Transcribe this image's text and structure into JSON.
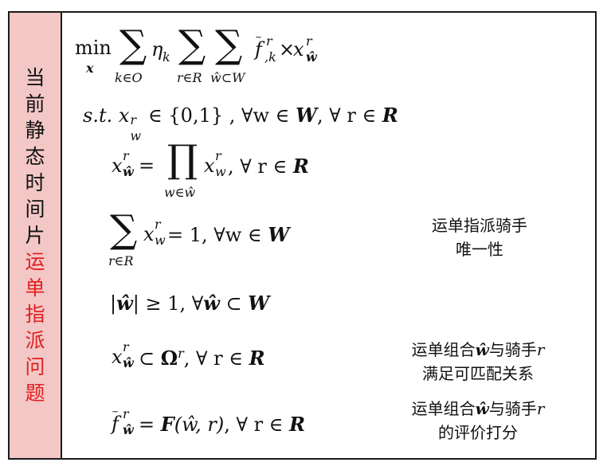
{
  "sidebar": {
    "chars_black": [
      "当",
      "前",
      "静",
      "态",
      "时",
      "间",
      "片"
    ],
    "chars_red": [
      "运",
      "单",
      "指",
      "派",
      "问",
      "题"
    ],
    "colors": {
      "background": "#f4c7c7",
      "text": "#111111",
      "highlight": "#e0201f"
    }
  },
  "formulas": {
    "objective": {
      "min": "min",
      "min_var": "x",
      "sum1_sub": "k∈O",
      "eta": "η",
      "eta_sub": "k",
      "sum2_sub": "r∈R",
      "sum3_sub": "ŵ⊂W",
      "f": "f",
      "f_sup": "r",
      "f_sub": ",k",
      "times": "×",
      "x": "x",
      "x_sup": "r",
      "x_sub": "ŵ"
    },
    "c1": "s.t. x",
    "c1_sup": "r",
    "c1_sub": "w",
    "c1_rest": " ∈ {0,1} , ∀w ∈ ",
    "c1_W": "W",
    "c1_rest2": ", ∀ r ∈ ",
    "c1_R": "R",
    "c2_x": "x",
    "c2_sup": "r",
    "c2_sub": "ŵ",
    "c2_eq": " = ",
    "c2_prod": "∏",
    "c2_prod_sub": "w∈ŵ",
    "c2_x2": "x",
    "c2_sup2": "r",
    "c2_sub2": "w",
    "c2_rest": ", ∀ r ∈ ",
    "c2_R": "R",
    "c3_sum": "∑",
    "c3_sum_sub": "r∈R",
    "c3_x": "x",
    "c3_sup": "r",
    "c3_sub": "w",
    "c3_rest": " = 1, ∀w ∈ ",
    "c3_W": "W",
    "c4_open": "|",
    "c4_w": "ŵ",
    "c4_rest": "| ≥ 1, ∀",
    "c4_w2": "ŵ",
    "c4_rest2": " ⊂ ",
    "c4_W": "W",
    "c5_x": "x",
    "c5_sup": "r",
    "c5_sub": "ŵ",
    "c5_rest": " ⊂ ",
    "c5_omega": "Ω",
    "c5_omega_sup": "r",
    "c5_rest2": ", ∀ r ∈ ",
    "c5_R": "R",
    "c6_f": "f",
    "c6_sup": "r",
    "c6_sub": "ŵ",
    "c6_eq": " = ",
    "c6_F": "F",
    "c6_args": "(ŵ, r)",
    "c6_rest": ", ∀ r ∈ ",
    "c6_R": "R"
  },
  "notes": {
    "n1_line1": "运单指派骑手",
    "n1_line2": "唯一性",
    "n2_line1_a": "运单组合",
    "n2_line1_w": "ŵ",
    "n2_line1_b": "与骑手",
    "n2_line1_r": "r",
    "n2_line2": "满足可匹配关系",
    "n3_line1_a": "运单组合",
    "n3_line1_w": "ŵ",
    "n3_line1_b": "与骑手",
    "n3_line1_r": "r",
    "n3_line2": "的评价打分"
  }
}
